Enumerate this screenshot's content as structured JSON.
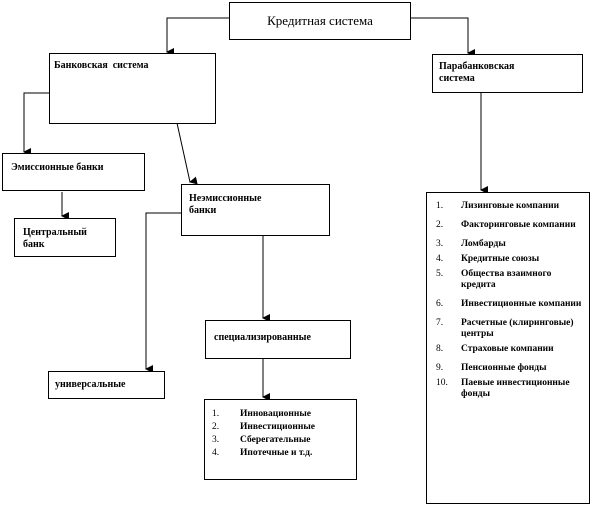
{
  "root": {
    "label": "Кредитная система"
  },
  "banking": {
    "label": "Банковская  система"
  },
  "parabanking": {
    "label": "Парабанковская\nсистема",
    "items": [
      "Лизинговые компании",
      "Факторинговые компании",
      "Ломбарды",
      "Кредитные   союзы",
      "Общества взаимного кредита",
      "Инвестиционные компании",
      "Расчетные (клиринговые) центры",
      "Страховые компании",
      "Пенсионные фонды",
      "Паевые инвестиционные фонды"
    ]
  },
  "emission": {
    "label": "Эмиссионные банки"
  },
  "central": {
    "label": "Центральный\nбанк"
  },
  "nonemission": {
    "label": "Неэмиссионные\nбанки"
  },
  "specialized": {
    "label": "специализированные",
    "items": [
      "Инновационные",
      "Инвестиционные",
      "Сберегательные",
      "Ипотечные и т.д."
    ]
  },
  "universal": {
    "label": "универсальные"
  }
}
